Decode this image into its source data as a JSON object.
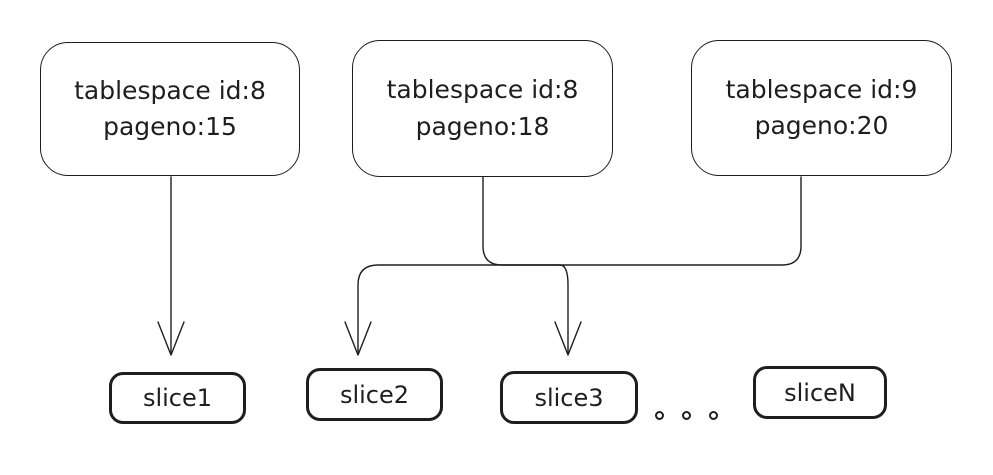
{
  "diagram": {
    "sources": [
      {
        "line1": "tablespace id:8",
        "line2": "pageno:15"
      },
      {
        "line1": "tablespace id:8",
        "line2": "pageno:18"
      },
      {
        "line1": "tablespace id:9",
        "line2": "pageno:20"
      }
    ],
    "slices": [
      {
        "label": "slice1"
      },
      {
        "label": "slice2"
      },
      {
        "label": "slice3"
      },
      {
        "label": "sliceN"
      }
    ],
    "colors": {
      "stroke": "#1e1e1e",
      "background": "#ffffff"
    }
  }
}
